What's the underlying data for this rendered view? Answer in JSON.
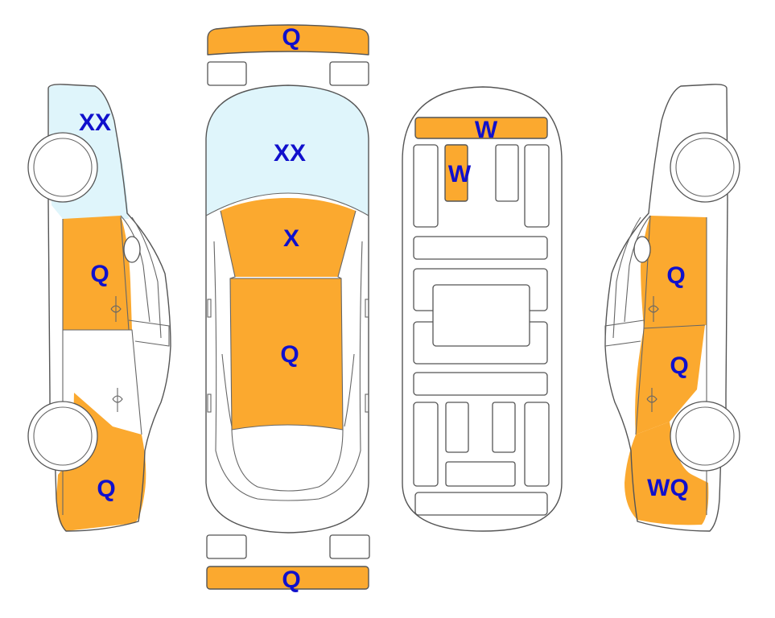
{
  "colors": {
    "damage": "#fba92f",
    "glass": "#dff5fb",
    "label": "#1010cc",
    "outline": "#555555",
    "background": "#ffffff"
  },
  "labels": {
    "front_bumper": "Q",
    "rear_bumper": "Q",
    "windshield": "XX",
    "hood": "X",
    "roof": "Q",
    "left_windshield": "XX",
    "left_front_fender": "Q",
    "left_rear_fender": "Q",
    "floor_cross_member": "W",
    "floor_rail": "W",
    "right_front_door": "Q",
    "right_rear_door": "Q",
    "right_quarter_panel": "WQ"
  }
}
